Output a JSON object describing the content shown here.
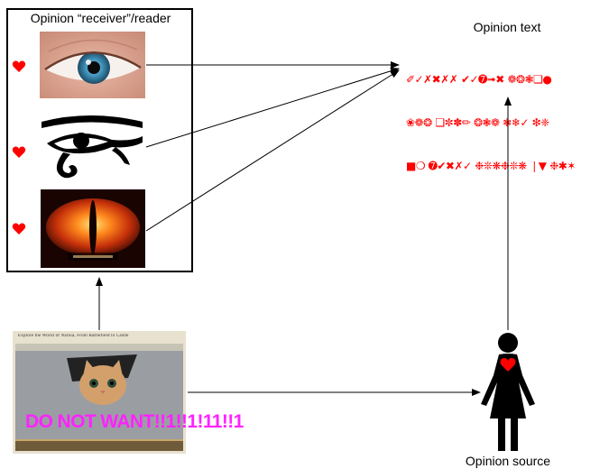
{
  "receiver": {
    "title": "Opinion “receiver”/reader"
  },
  "opinion": {
    "title": "Opinion text",
    "glyph_lines": [
      "✐✓✗✖✗✗ ✔✓➐➟✖ ❁❂❃❏●",
      "❀❁❂ ❏✼✽✏ ❂❃❁ ❃❄✓ ❇❈",
      "■❍ ➐✔✖✗✓ ❉❊❋❉❊❋ ❘▼ ❉✱✶"
    ],
    "color": "#ff0000"
  },
  "source": {
    "label": "Opinion source",
    "heart_color": "#ff0000"
  },
  "narnia_card": {
    "header": "Explore the World of Narnia, From Battlefield to Castle",
    "caption": "DO NOT WANT!!1!!1!11!!1",
    "caption_color": "#ff22ff"
  },
  "icons": {
    "hearts": [
      "heart-icon",
      "heart-icon",
      "heart-icon"
    ],
    "images": [
      "human-eye-image",
      "eye-of-horus-icon",
      "eye-of-sauron-image",
      "ceiling-cat-image"
    ]
  },
  "colors": {
    "heart": "#ff0000",
    "arrow": "#000000"
  }
}
